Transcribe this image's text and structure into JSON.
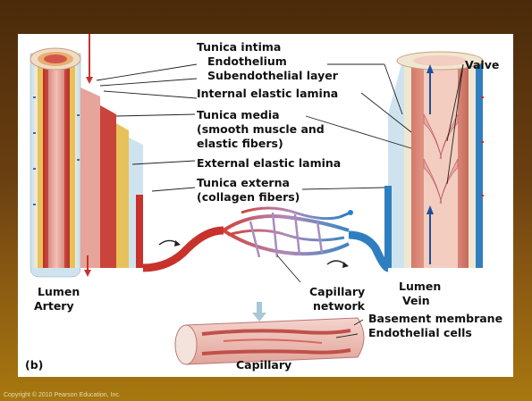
{
  "figure": {
    "panel_label": "(b)",
    "labels": {
      "tunica_intima": "Tunica intima",
      "endothelium": "Endothelium",
      "subendothelial_layer": "Subendothelial layer",
      "internal_elastic_lamina": "Internal elastic lamina",
      "tunica_media_line1": "Tunica media",
      "tunica_media_line2": "(smooth muscle and",
      "tunica_media_line3": "elastic fibers)",
      "external_elastic_lamina": "External elastic lamina",
      "tunica_externa_line1": "Tunica externa",
      "tunica_externa_line2": "(collagen fibers)",
      "valve": "Valve",
      "lumen_artery_line1": "Lumen",
      "lumen_artery_line2": "Artery",
      "lumen_vein_line1": "Lumen",
      "lumen_vein_line2": "Vein",
      "capillary_network_line1": "Capillary",
      "capillary_network_line2": "network",
      "basement_membrane": "Basement membrane",
      "endothelial_cells": "Endothelial cells",
      "capillary": "Capillary"
    },
    "colors": {
      "artery_red": "#c8322c",
      "vein_blue": "#2f7fc0",
      "intima_pink": "#e9a3a0",
      "elastic_yellow": "#e7c25a"
    }
  },
  "copyright": "Copyright © 2010 Pearson Education, Inc."
}
